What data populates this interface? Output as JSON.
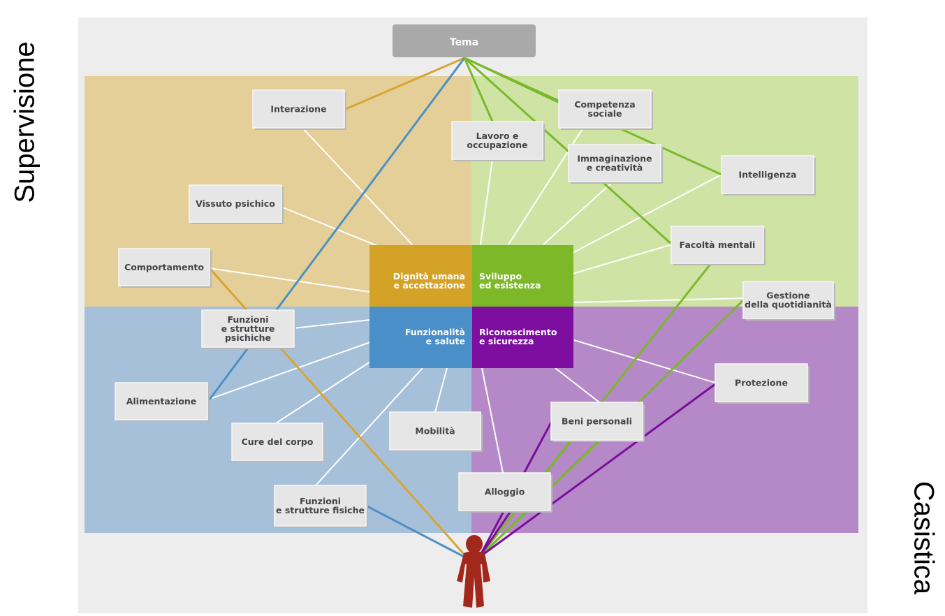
{
  "side_labels": {
    "left": "Supervisione",
    "right": "Casistica"
  },
  "colors": {
    "quadrant_top_left": "#e5cf98",
    "quadrant_top_right": "#cfe4a4",
    "quadrant_bottom_left": "#a7c0da",
    "quadrant_bottom_right": "#b589c8",
    "center_top_left": "#d5a228",
    "center_top_right": "#7db829",
    "center_bottom_left": "#4b8fc8",
    "center_bottom_right": "#7d0ea0",
    "line_orange": "#d8a532",
    "line_blue": "#4d90c4",
    "line_green": "#7ab82c",
    "line_purple": "#7a0d9c",
    "line_white": "#ffffff",
    "figure": "#a3281c"
  },
  "tema": "Tema",
  "center": {
    "top_left": [
      "Dignità umana",
      "e accettazione"
    ],
    "top_right": [
      "Sviluppo",
      "ed esistenza"
    ],
    "bottom_left": [
      "Funzionalità",
      "e salute"
    ],
    "bottom_right": [
      "Riconoscimento",
      "e sicurezza"
    ]
  },
  "nodes": {
    "interazione": [
      "Interazione"
    ],
    "vissuto": [
      "Vissuto psichico"
    ],
    "comportamento": [
      "Comportamento"
    ],
    "funzioni_psichiche": [
      "Funzioni",
      "e strutture",
      "psichiche"
    ],
    "alimentazione": [
      "Alimentazione"
    ],
    "cure": [
      "Cure del corpo"
    ],
    "mobilita": [
      "Mobilità"
    ],
    "funzioni_fisiche": [
      "Funzioni",
      "e strutture fisiche"
    ],
    "lavoro": [
      "Lavoro e",
      "occupazione"
    ],
    "competenza": [
      "Competenza",
      "sociale"
    ],
    "immaginazione": [
      "Immaginazione",
      "e creatività"
    ],
    "intelligenza": [
      "Intelligenza"
    ],
    "facolta": [
      "Facoltà mentali"
    ],
    "gestione": [
      "Gestione",
      "della quotidianità"
    ],
    "protezione": [
      "Protezione"
    ],
    "beni": [
      "Beni personali"
    ],
    "alloggio": [
      "Alloggio"
    ]
  }
}
